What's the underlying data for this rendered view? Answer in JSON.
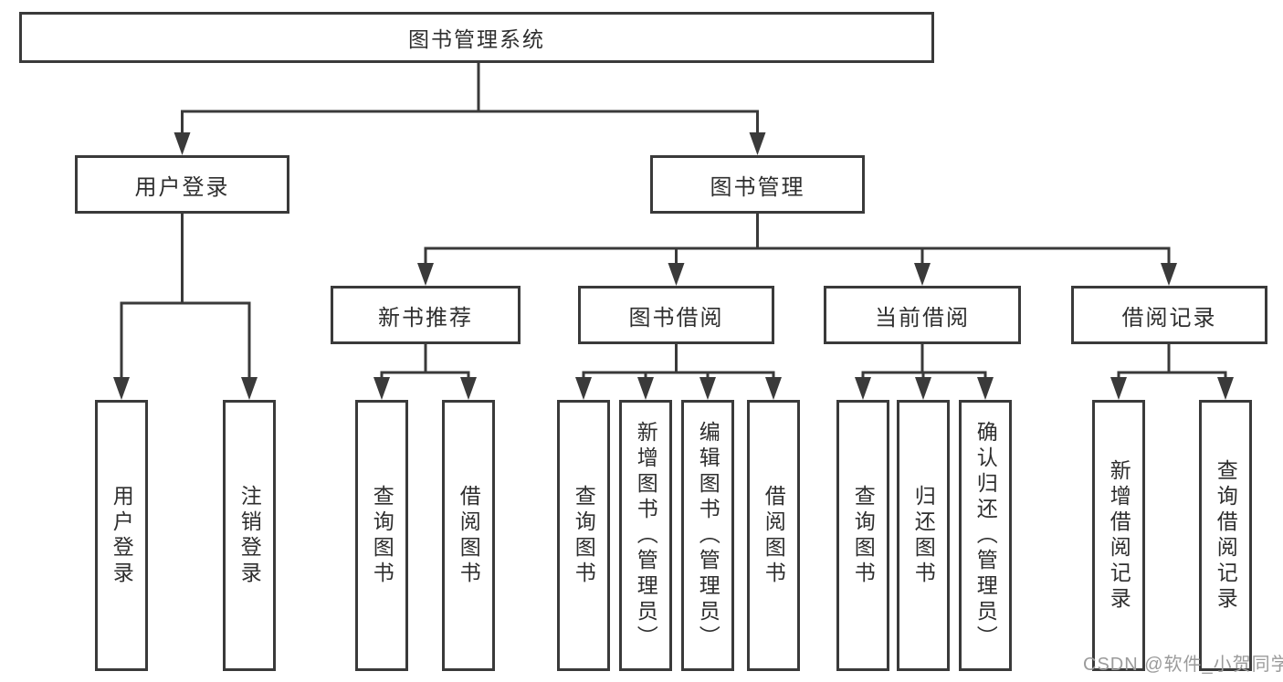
{
  "diagram": {
    "root": {
      "label": "图书管理系统"
    },
    "branches": [
      {
        "label": "用户登录",
        "children": [
          {
            "label": "用户登录"
          },
          {
            "label": "注销登录"
          }
        ]
      },
      {
        "label": "图书管理",
        "children": [
          {
            "label": "新书推荐",
            "children": [
              {
                "label": "查询图书"
              },
              {
                "label": "借阅图书"
              }
            ]
          },
          {
            "label": "图书借阅",
            "children": [
              {
                "label": "查询图书"
              },
              {
                "label": "新增图书（管理员）"
              },
              {
                "label": "编辑图书（管理员）"
              },
              {
                "label": "借阅图书"
              }
            ]
          },
          {
            "label": "当前借阅",
            "children": [
              {
                "label": "查询图书"
              },
              {
                "label": "归还图书"
              },
              {
                "label": "确认归还（管理员）"
              }
            ]
          },
          {
            "label": "借阅记录",
            "children": [
              {
                "label": "新增借阅记录"
              },
              {
                "label": "查询借阅记录"
              }
            ]
          }
        ]
      }
    ]
  },
  "watermark": "CSDN @软件_小贺同学",
  "colors": {
    "line": "#3a3a3a",
    "text": "#2e2e2e",
    "background": "#ffffff",
    "watermark": "#9b9b9b"
  }
}
